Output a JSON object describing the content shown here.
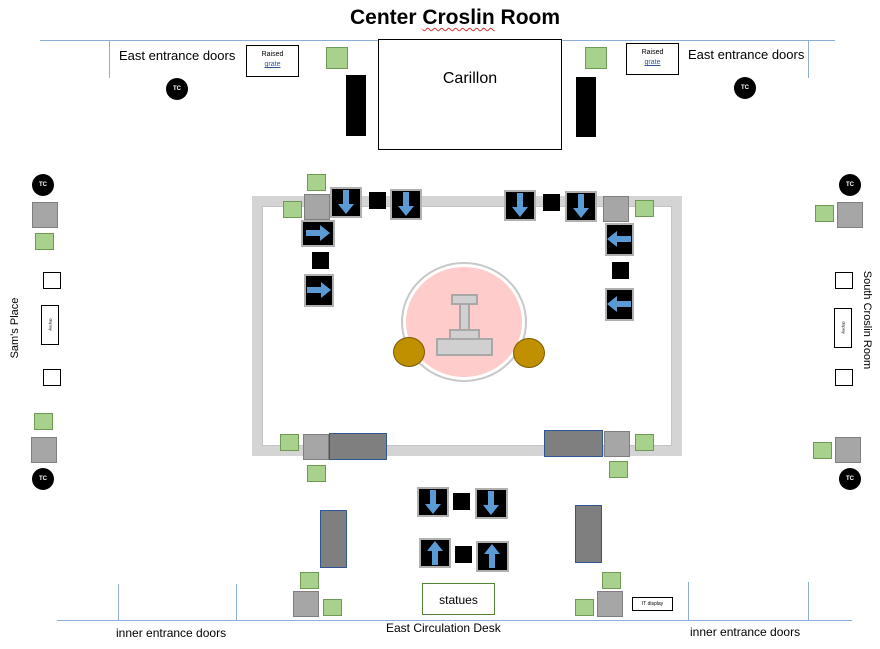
{
  "title_parts": {
    "word1": "Center",
    "word2": "Croslin",
    "word3": "Room"
  },
  "labels": {
    "east_entrance_left": "East entrance doors",
    "east_entrance_right": "East entrance doors",
    "carillon": "Carillon",
    "sams_place": "Sam's Place",
    "south_croslin_room": "South Croslin Room",
    "statues": "statues",
    "east_circulation_desk": "East Circulation Desk",
    "inner_entrance_left": "inner entrance doors",
    "inner_entrance_right": "inner entrance doors",
    "raised": "Raised",
    "grate": "grate",
    "tc": "TC",
    "display": "display",
    "it_display": "IT display"
  },
  "colors": {
    "walkway": "#d4d4d4",
    "seal_fill": "#ffcccc",
    "chair": "#c09000",
    "arrow": "#5b9bd5",
    "green": "#a9d18e",
    "grey": "#a6a6a6"
  }
}
